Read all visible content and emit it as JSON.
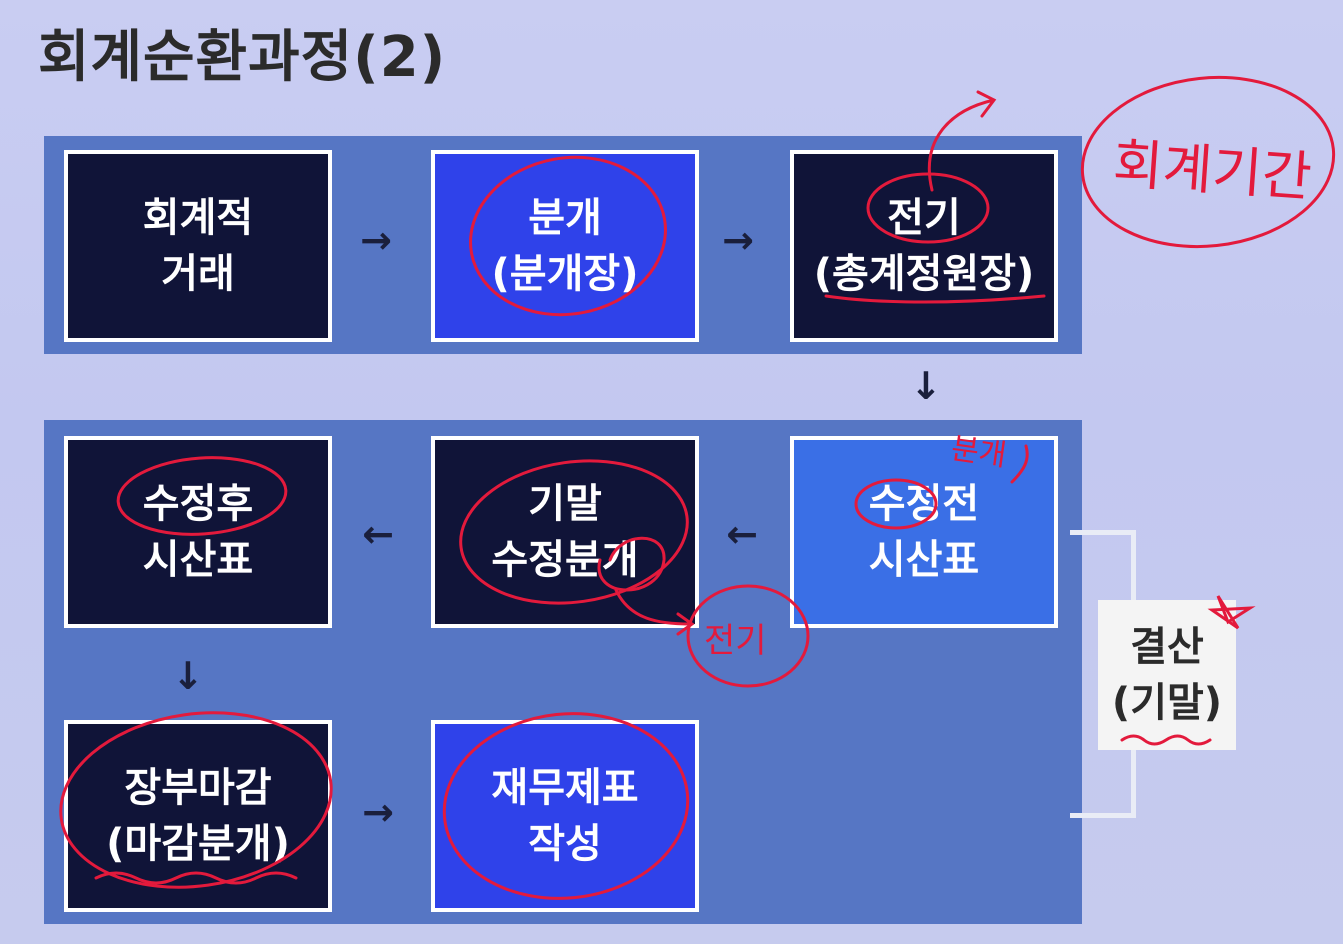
{
  "title": "회계순환과정(2)",
  "boxes": {
    "transaction": [
      "회계적",
      "거래"
    ],
    "journal": [
      "분개",
      "(분개장)"
    ],
    "posting": [
      "전기",
      "(총계정원장)"
    ],
    "pre_trial": [
      "수정전",
      "시산표"
    ],
    "adjusting": [
      "기말",
      "수정분개"
    ],
    "post_trial": [
      "수정후",
      "시산표"
    ],
    "closing": [
      "장부마감",
      "(마감분개)"
    ],
    "statements": [
      "재무제표",
      "작성"
    ]
  },
  "settlement": [
    "결산",
    "(기말)"
  ],
  "arrows": {
    "right": "→",
    "left": "←",
    "down": "↓"
  },
  "handwritten": {
    "period": "회계기간",
    "journal_note": "분개",
    "posting_note": "전기"
  },
  "colors": {
    "dark_box": "#101438",
    "blue_box": "#2f42ea",
    "band": "#5676c4",
    "ink": "#e31a3c"
  }
}
